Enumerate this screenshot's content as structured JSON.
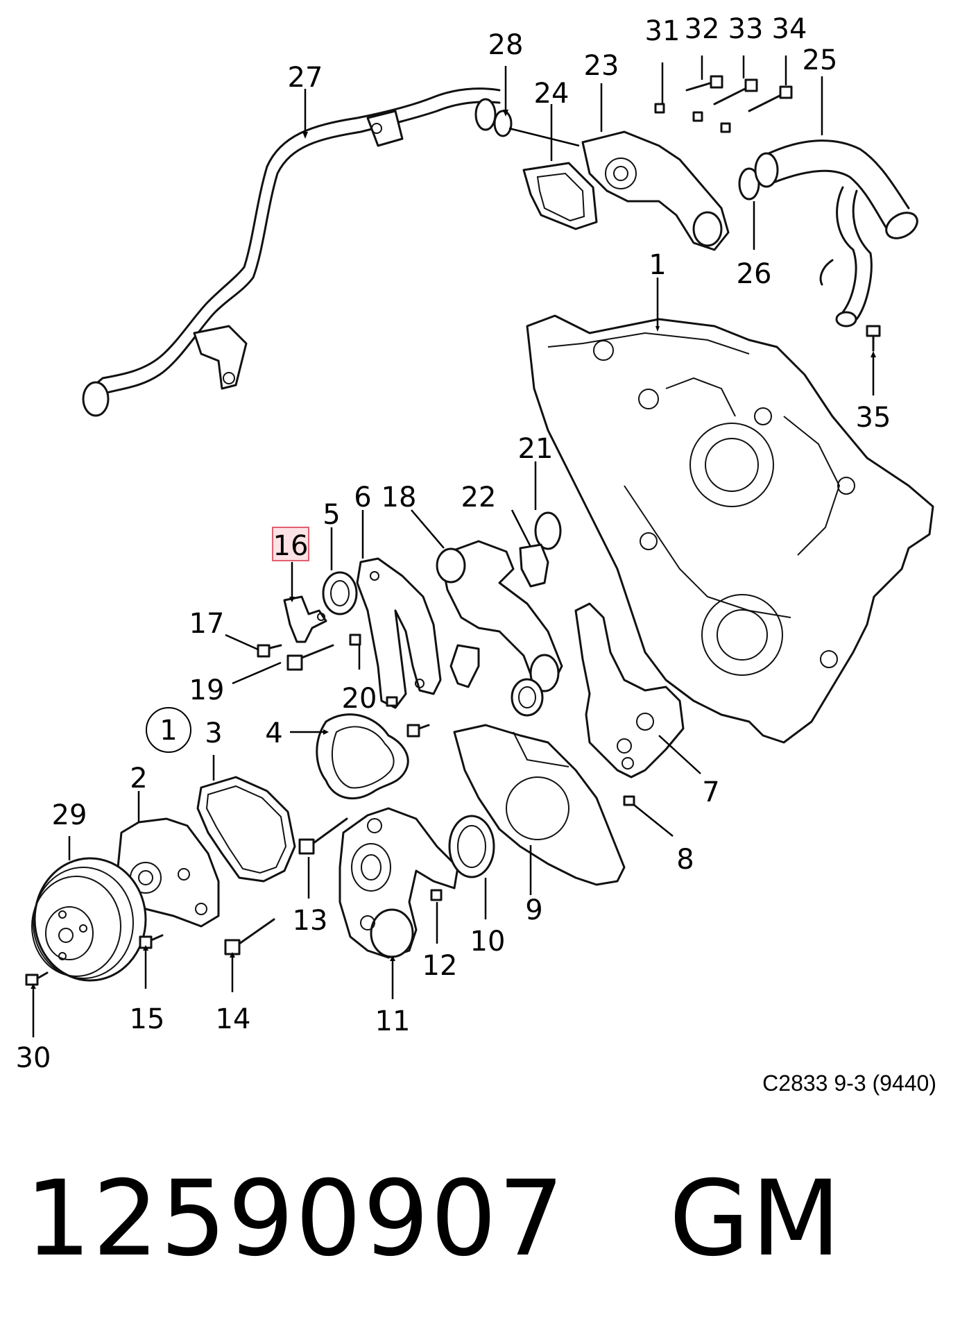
{
  "diagram": {
    "callouts": {
      "c1": "1",
      "c2": "2",
      "c3": "3",
      "c4": "4",
      "c5": "5",
      "c6": "6",
      "c7": "7",
      "c8": "8",
      "c9": "9",
      "c10": "10",
      "c11": "11",
      "c12": "12",
      "c13": "13",
      "c14": "14",
      "c15": "15",
      "c16": "16",
      "c17": "17",
      "c18": "18",
      "c19": "19",
      "c20": "20",
      "c21": "21",
      "c22": "22",
      "c23": "23",
      "c24": "24",
      "c25": "25",
      "c26": "26",
      "c27": "27",
      "c28": "28",
      "c29": "29",
      "c30": "30",
      "c31": "31",
      "c32": "32",
      "c33": "33",
      "c34": "34",
      "c35": "35"
    },
    "circled_label": "1",
    "highlighted_callout": "16",
    "highlight_color": "#e06070",
    "caption": "C2833 9-3 (9440)"
  },
  "footer": {
    "part_number": "12590907",
    "brand": "GM"
  }
}
